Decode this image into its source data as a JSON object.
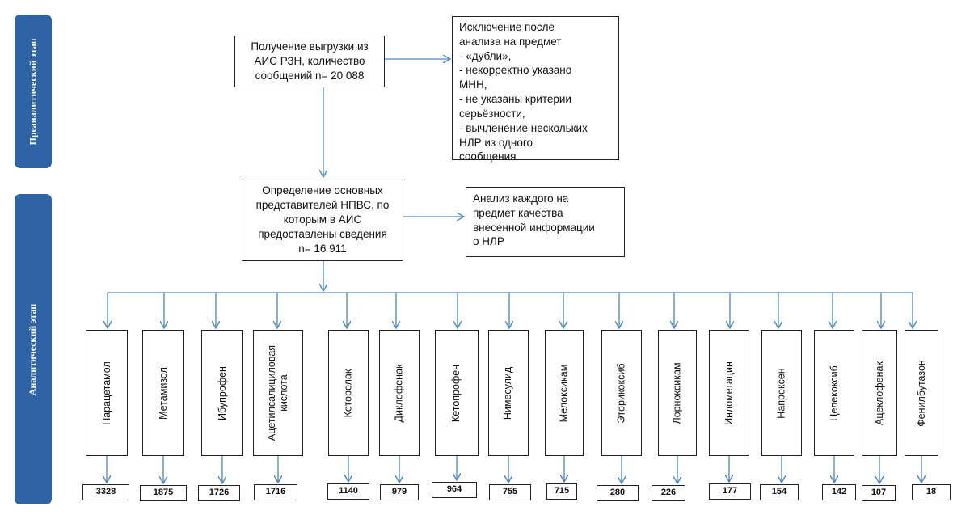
{
  "stages": {
    "preanalytic": "Преаналитический этап",
    "analytic": "Аналитический этап"
  },
  "boxes": {
    "export": "Получение выгрузки из\nАИС РЗН, количество\nсообщений n= 20 088",
    "exclusion": "Исключение после\nанализа на предмет\n- «дубли»,\n- некорректно указано\nМНН,\n- не указаны критерии\nсерьёзности,\n- вычленение нескольких\nНЛР из одного\nсообщения",
    "nsaids": "Определение основных\nпредставителей НПВС, по\nкоторым в АИС\nпредоставлены сведения\nn= 16 911",
    "analysis": "Анализ каждого на\nпредмет качества\nвнесенной информации\nо НЛР"
  },
  "drugs": [
    {
      "name": "Парацетамол",
      "count": "3328"
    },
    {
      "name": "Метамизол",
      "count": "1875"
    },
    {
      "name": "Ибупрофен",
      "count": "1726"
    },
    {
      "name": "Ацетилсалициловая\nкислота",
      "count": "1716"
    },
    {
      "name": "Кеторолак",
      "count": "1140"
    },
    {
      "name": "Диклофенак",
      "count": "979"
    },
    {
      "name": "Кетопрофен",
      "count": "964"
    },
    {
      "name": "Нимесулид",
      "count": "755"
    },
    {
      "name": "Мелоксикам",
      "count": "715"
    },
    {
      "name": "Эторикоксиб",
      "count": "280"
    },
    {
      "name": "Лорноксикам",
      "count": "226"
    },
    {
      "name": "Индометацин",
      "count": "177"
    },
    {
      "name": "Напроксен",
      "count": "154"
    },
    {
      "name": "Целекоксиб",
      "count": "142"
    },
    {
      "name": "Ацеклофенак",
      "count": "107"
    },
    {
      "name": "Фенилбутазон",
      "count": "18"
    }
  ]
}
